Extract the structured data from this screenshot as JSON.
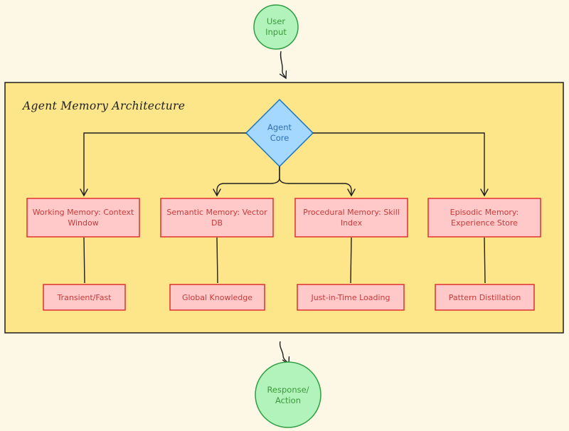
{
  "title": "Agent Memory Architecture",
  "input": {
    "line1": "User",
    "line2": "Input"
  },
  "core": {
    "line1": "Agent",
    "line2": "Core"
  },
  "output": {
    "line1": "Response/",
    "line2": "Action"
  },
  "memories": [
    {
      "label": "Working Memory: Context Window",
      "trait": "Transient/Fast"
    },
    {
      "label": "Semantic Memory: Vector DB",
      "trait": "Global Knowledge"
    },
    {
      "label": "Procedural Memory: Skill Index",
      "trait": "Just-in-Time Loading"
    },
    {
      "label": "Episodic Memory: Experience Store",
      "trait": "Pattern Distillation"
    }
  ],
  "colors": {
    "background": "#fdf8e6",
    "container_fill": "#fde68a",
    "circle_fill": "#b2f2bb",
    "circle_stroke": "#2f9e44",
    "diamond_fill": "#a5d8ff",
    "diamond_stroke": "#1971c2",
    "box_fill": "#ffc9c9",
    "box_stroke": "#e03131"
  }
}
